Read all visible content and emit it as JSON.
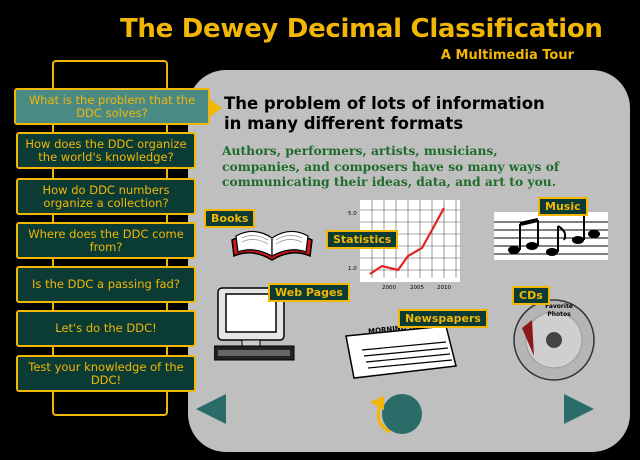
{
  "header": {
    "title": "The Dewey Decimal Classification",
    "subtitle": "A Multimedia Tour"
  },
  "nav": {
    "items": [
      {
        "label": "What is the problem that the DDC solves?",
        "active": true
      },
      {
        "label": "How does the DDC organize the world's knowledge?"
      },
      {
        "label": "How do DDC numbers organize a collection?"
      },
      {
        "label": "Where does the DDC come from?"
      },
      {
        "label": "Is the DDC a passing fad?"
      },
      {
        "label": "Let's do the DDC!"
      },
      {
        "label": "Test your knowledge of the DDC!"
      }
    ]
  },
  "content": {
    "heading_line1": "The problem of lots of information",
    "heading_line2": "in many different formats",
    "body": "Authors, performers, artists, musicians, companies, and composers have so many ways of communicating their ideas, data, and art to you."
  },
  "media": {
    "books": "Books",
    "statistics": "Statistics",
    "music": "Music",
    "web_pages": "Web Pages",
    "newspapers": "Newspapers",
    "cds": "CDs",
    "newspaper_masthead": "MORNING HERALD",
    "cd_label_line1": "Favorite",
    "cd_label_line2": "Photos"
  },
  "chart_data": {
    "type": "line",
    "x_ticks": [
      "2000",
      "2005",
      "2010"
    ],
    "y_ticks": [
      "1.0",
      "5.0"
    ]
  },
  "colors": {
    "accent": "#f2b705",
    "button_bg": "#0b3b35",
    "active_button_bg": "#4a8a85",
    "panel": "#bfbfbf",
    "body_text": "#1e6b2a",
    "nav_arrow": "#2a6d68"
  }
}
